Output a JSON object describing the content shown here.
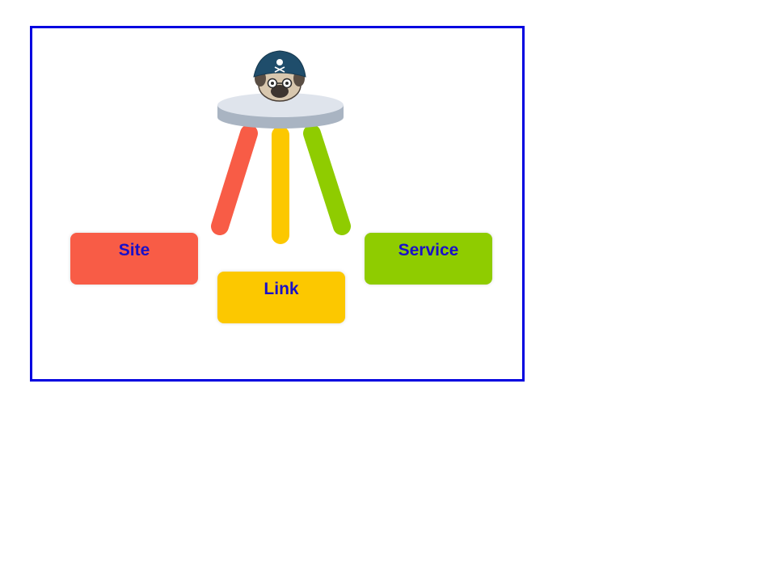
{
  "diagram": {
    "boxes": [
      {
        "label": "Site",
        "color": "#f85c46"
      },
      {
        "label": "Link",
        "color": "#fcc800"
      },
      {
        "label": "Service",
        "color": "#8fcc00"
      }
    ],
    "label_color": "#1a10c8",
    "border_color": "#0000e0",
    "stool": {
      "seat_color": "#dfe4ec",
      "seat_edge_color": "#a9b4c2",
      "leg_colors": [
        "#f85c46",
        "#fcc800",
        "#8fcc00"
      ]
    },
    "mascot": {
      "icon": "pirate-pug-icon"
    }
  }
}
